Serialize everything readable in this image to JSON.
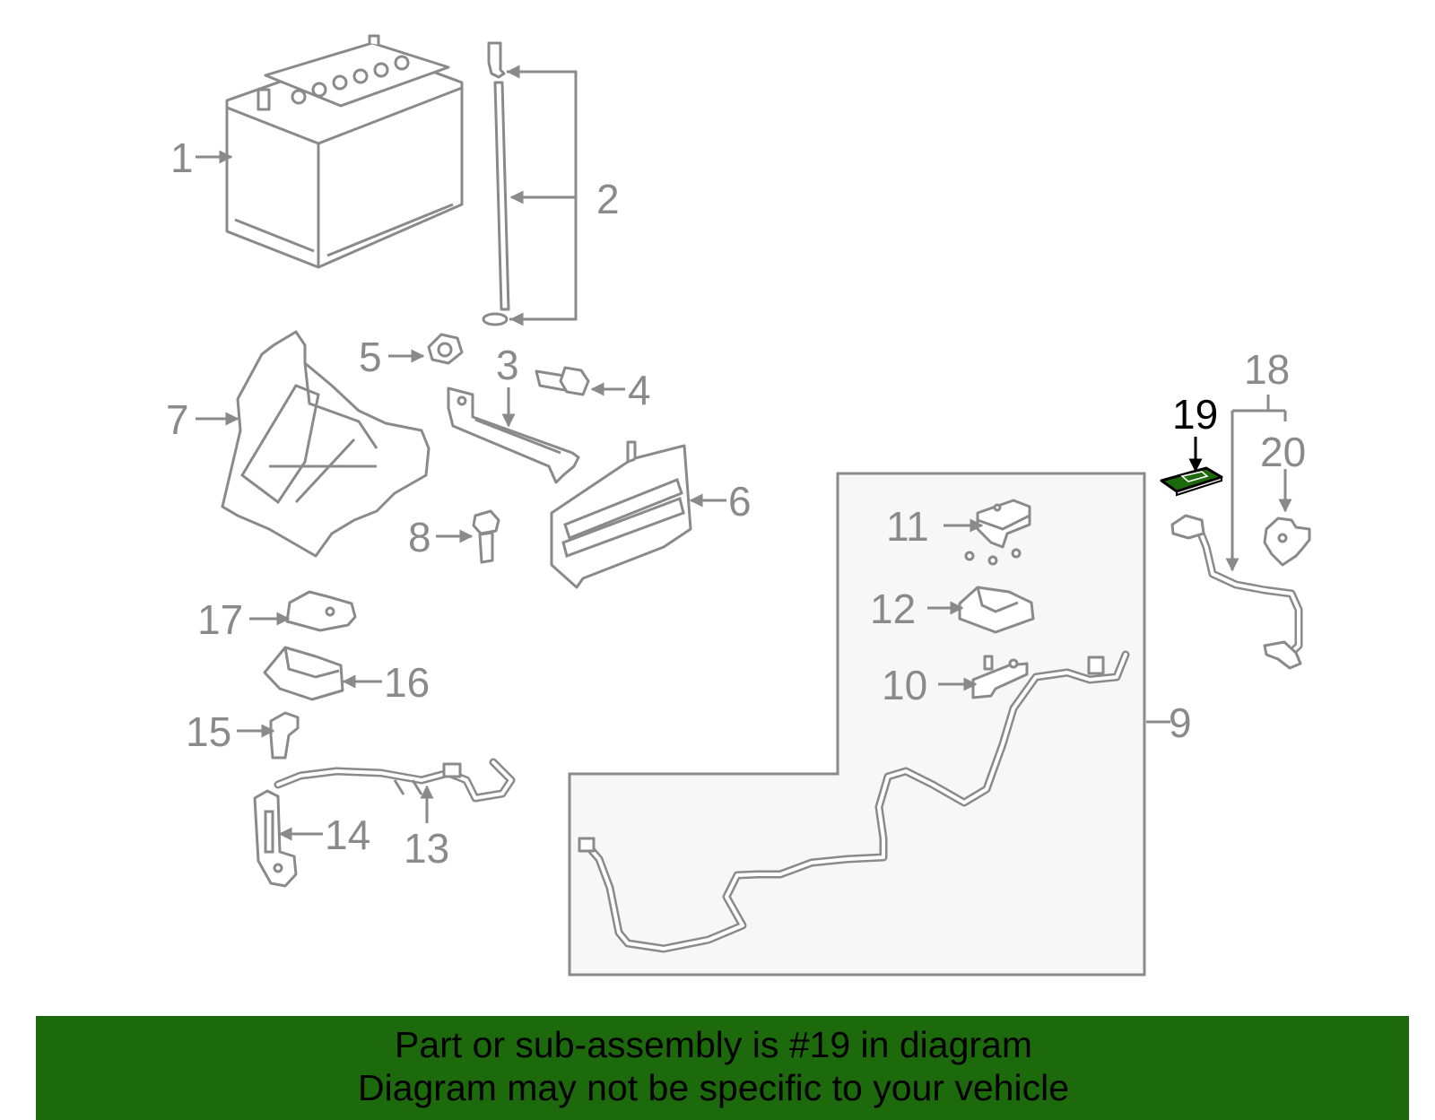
{
  "callouts": {
    "c1": "1",
    "c2": "2",
    "c3": "3",
    "c4": "4",
    "c5": "5",
    "c6": "6",
    "c7": "7",
    "c8": "8",
    "c9": "9",
    "c10": "10",
    "c11": "11",
    "c12": "12",
    "c13": "13",
    "c14": "14",
    "c15": "15",
    "c16": "16",
    "c17": "17",
    "c18": "18",
    "c19": "19",
    "c20": "20"
  },
  "highlight": {
    "part": "19",
    "color": "#1d6a0c"
  },
  "banner": {
    "line1": "Part or sub-assembly is #19 in diagram",
    "line2": "Diagram may not be specific to your vehicle"
  }
}
